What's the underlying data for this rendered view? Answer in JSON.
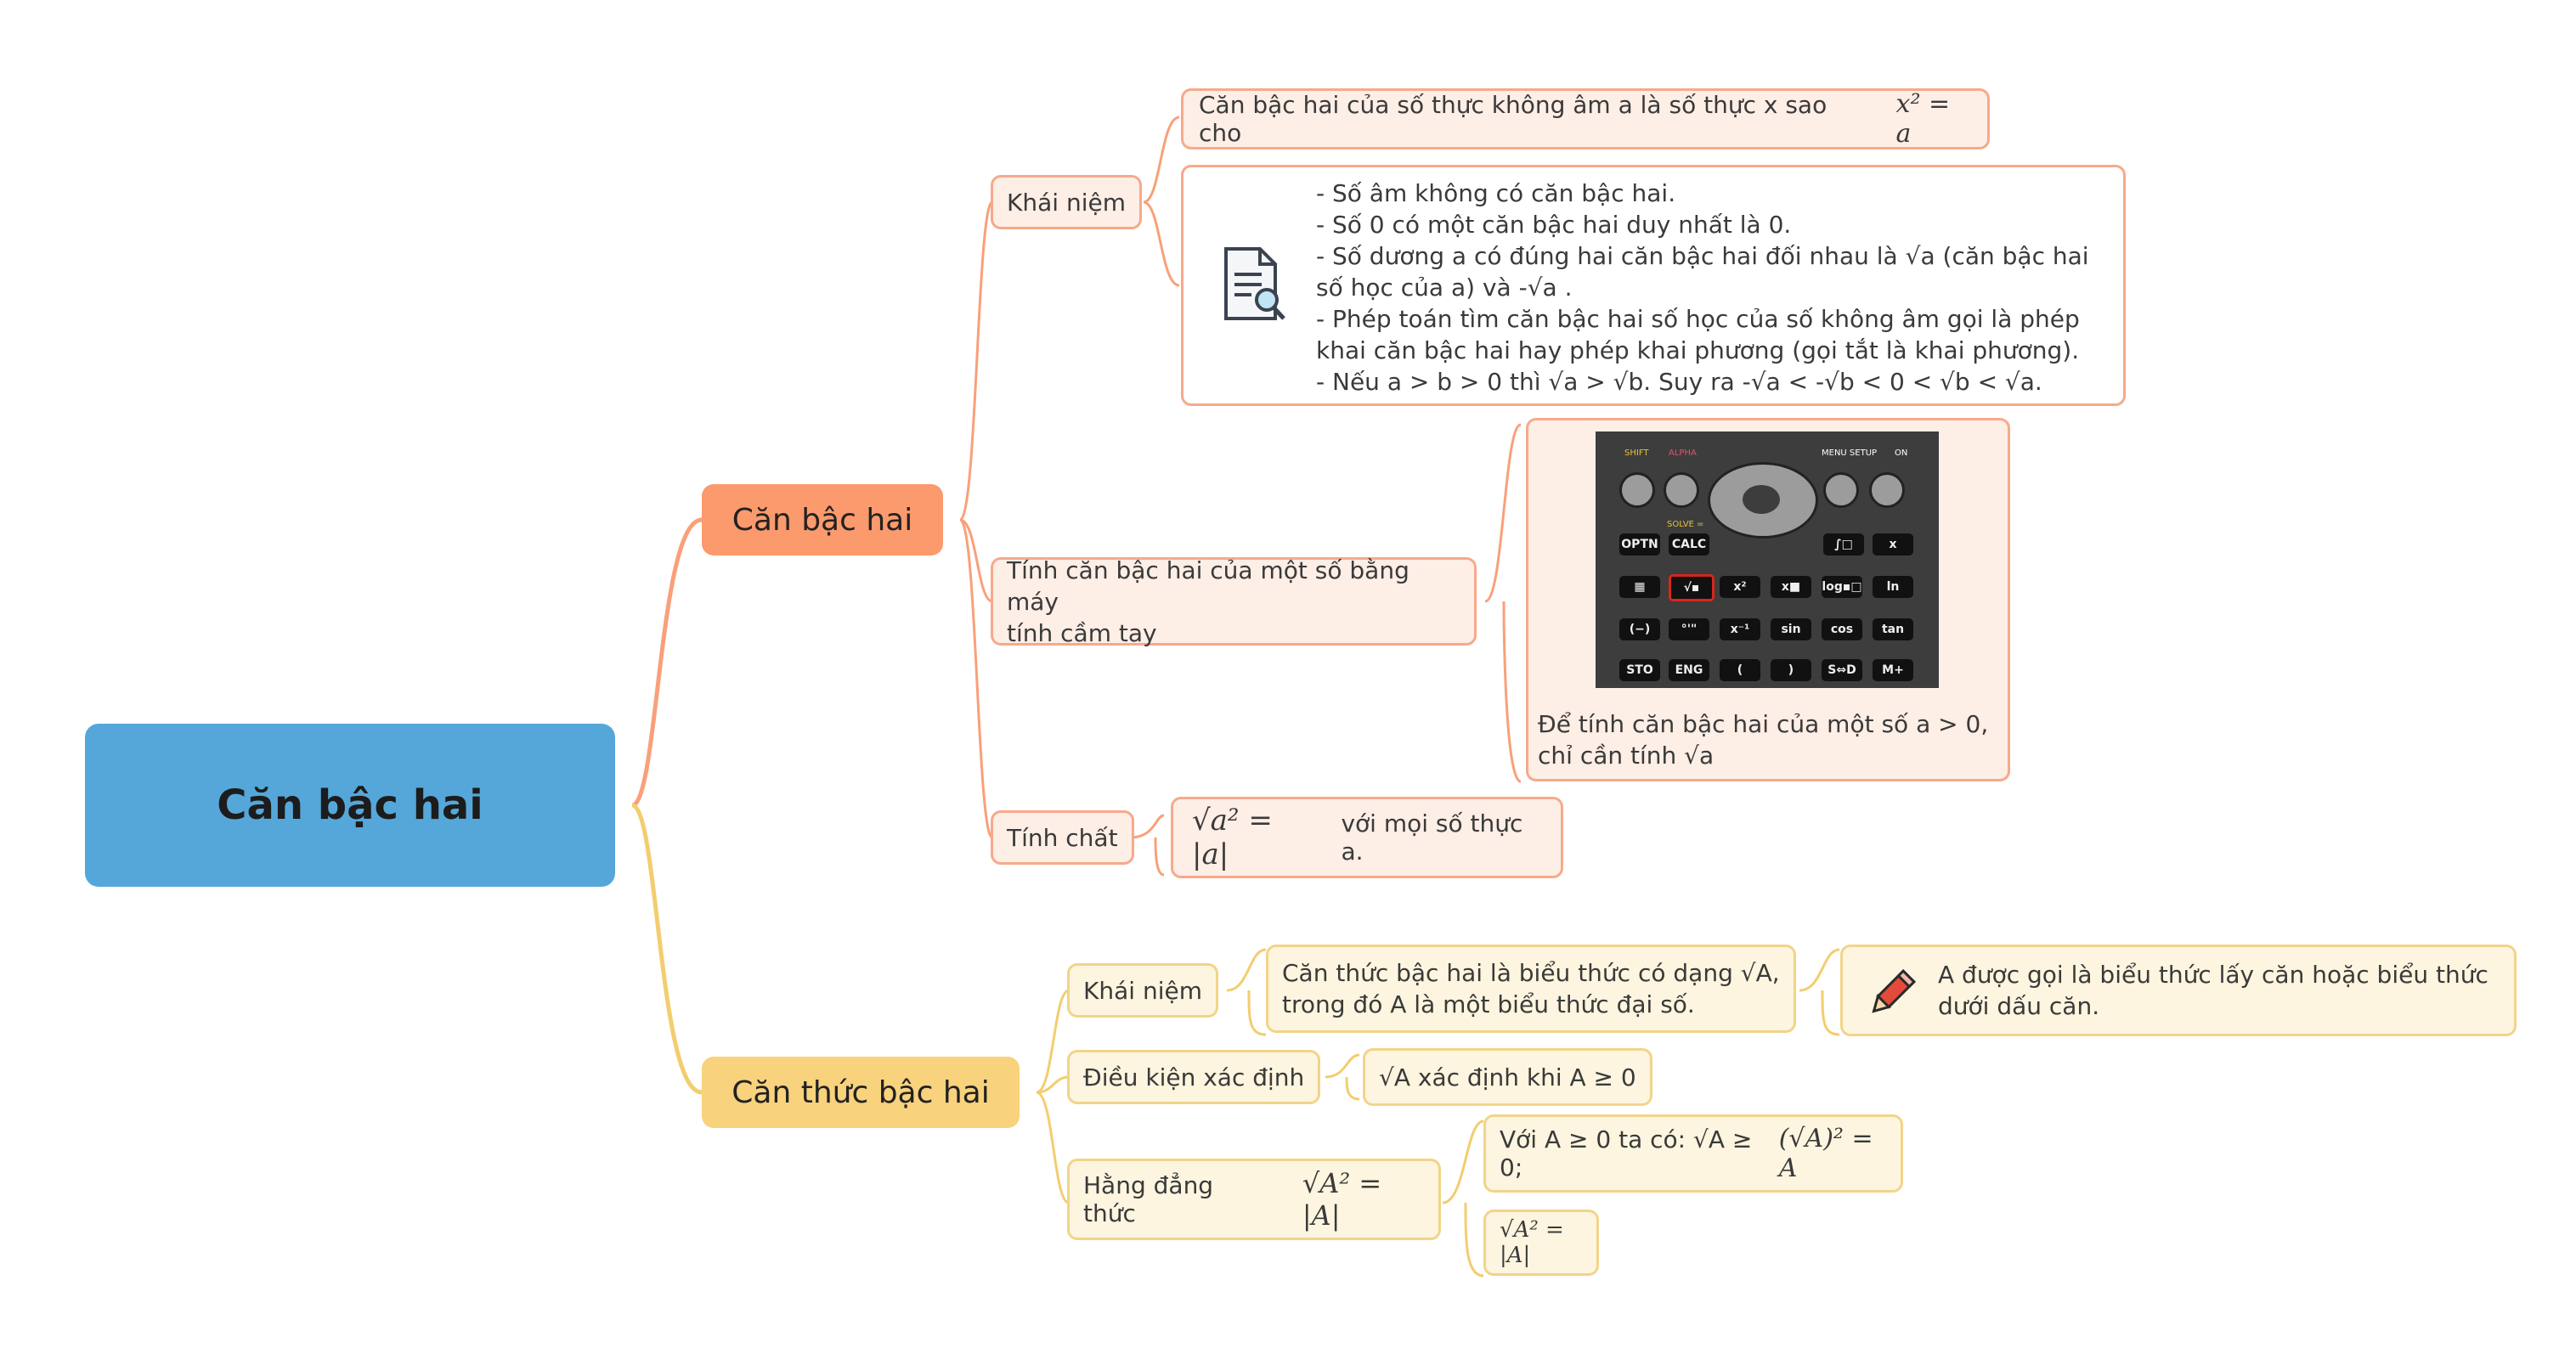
{
  "root": {
    "title": "Căn bậc hai"
  },
  "branch1": {
    "title": "Căn bậc hai",
    "khai_niem": {
      "label": "Khái niệm",
      "definition": "Căn bậc hai của số thực không âm a là số thực x sao cho",
      "definition_formula": "x² = a",
      "notes": [
        "- Số âm không có căn bậc hai.",
        "- Số 0 có một căn bậc hai duy nhất là 0.",
        "- Số dương a có đúng hai căn bậc hai đối nhau là √a (căn bậc hai",
        "số học của a) và -√a .",
        "- Phép toán tìm căn bậc hai số học của số không âm gọi là phép",
        "khai căn bậc hai hay phép khai phương (gọi tắt là khai phương).",
        "- Nếu a > b > 0 thì √a > √b. Suy ra -√a < -√b < 0 < √b < √a."
      ]
    },
    "may_tinh": {
      "label_lines": [
        "Tính căn bậc hai của một số bằng máy",
        "tính cầm tay"
      ],
      "caption_lines": [
        "Để tính căn bậc hai của một số a > 0,",
        "chỉ cần tính √a"
      ],
      "calculator": {
        "top_labels": {
          "shift": "SHIFT",
          "alpha": "ALPHA",
          "menu": "MENU SETUP",
          "on": "ON",
          "solve": "SOLVE ="
        },
        "keys_row1": [
          "OPTN",
          "CALC",
          "∫□",
          "x"
        ],
        "keys_row2": [
          "▦",
          "√▪",
          "x²",
          "x■",
          "log▪□",
          "ln"
        ],
        "keys_row3": [
          "(−)",
          "°'\"",
          "x⁻¹",
          "sin",
          "cos",
          "tan"
        ],
        "keys_row4": [
          "STO",
          "ENG",
          "(",
          ")",
          "S⇔D",
          "M+"
        ],
        "highlight_color": "#d9261c"
      }
    },
    "tinh_chat": {
      "label": "Tính chất",
      "formula": "√a² = |a|",
      "text": "với mọi số thực a."
    }
  },
  "branch2": {
    "title": "Căn thức bậc hai",
    "khai_niem": {
      "label": "Khái niệm",
      "definition_lines": [
        "Căn thức bậc hai là biểu thức có dạng √A,",
        "trong đó A là một biểu thức đại số."
      ],
      "note_lines": [
        "A được gọi là biểu thức lấy căn hoặc biểu thức",
        "dưới dấu căn."
      ]
    },
    "dieu_kien": {
      "label": "Điều kiện xác định",
      "text": "√A xác định khi A ≥ 0"
    },
    "hang_dang_thuc": {
      "label": "Hằng đẳng thức",
      "label_formula": "√A² = |A|",
      "item1_text": "Với A ≥ 0 ta có: √A ≥ 0;",
      "item1_formula": "(√A)² = A",
      "item2_formula": "√A² = |A|"
    }
  },
  "colors": {
    "root": "#55a7d9",
    "branch1": "#fb9a6c",
    "branch2": "#f8d27c",
    "link1": "#f9a07a",
    "link2": "#f3cd6e"
  }
}
